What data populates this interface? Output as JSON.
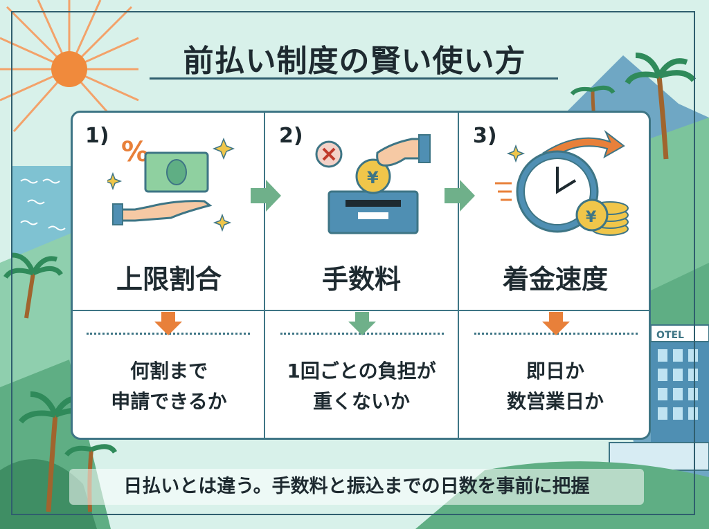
{
  "title": "前払い制度の賢い使い方",
  "columns": [
    {
      "number": "1)",
      "label": "上限割合",
      "desc_line1": "何割まで",
      "desc_line2": "申請できるか",
      "icon": "money-hand-percent-icon"
    },
    {
      "number": "2)",
      "label": "手数料",
      "desc_line1": "1回ごとの負担が",
      "desc_line2": "重くないか",
      "icon": "coin-box-fee-icon"
    },
    {
      "number": "3)",
      "label": "着金速度",
      "desc_line1": "即日か",
      "desc_line2": "数営業日か",
      "icon": "clock-coins-icon"
    }
  ],
  "background_sign": "OTEL",
  "footer": "日払いとは違う。手数料と振込までの日数を事前に把握",
  "colors": {
    "frame": "#3e7585",
    "orange": "#e8803a",
    "green": "#6fb08a",
    "sun": "#f08a3c",
    "sea": "#6fb4c8"
  }
}
